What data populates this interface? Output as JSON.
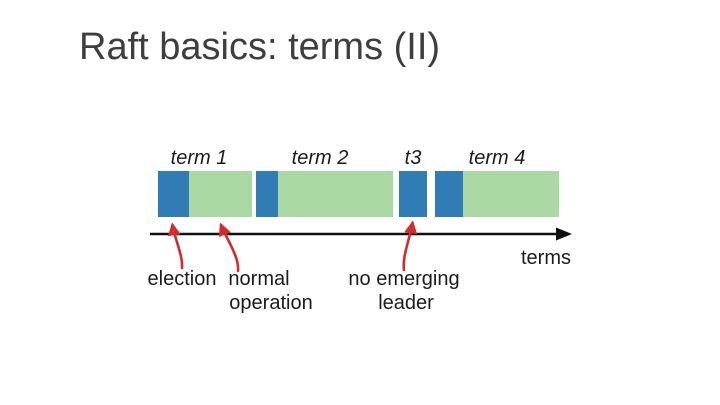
{
  "title": "Raft basics: terms (II)",
  "colors": {
    "leader_election_blue": "#2f7db4",
    "normal_operation_green": "#abd9a3",
    "annotation_arrow_red": "#d42c2c",
    "axis_black": "#111111",
    "figure_text": "#1c1c1c",
    "title_text": "#3e3e3e"
  },
  "diagram": {
    "term_labels": [
      {
        "label": "term 1"
      },
      {
        "label": "term 2"
      },
      {
        "label": "t3"
      },
      {
        "label": "term 4"
      }
    ],
    "timeline": {
      "terms": [
        {
          "name": "term 1",
          "phases": [
            "election",
            "normal operation"
          ]
        },
        {
          "name": "term 2",
          "phases": [
            "election",
            "normal operation"
          ]
        },
        {
          "name": "t3",
          "phases": [
            "election"
          ]
        },
        {
          "name": "term 4",
          "phases": [
            "election",
            "normal operation"
          ]
        }
      ]
    },
    "axis_label": "terms",
    "annotations": {
      "election": "election",
      "normal_operation_line1": "normal",
      "normal_operation_line2": "operation",
      "no_leader_line1": "no emerging",
      "no_leader_line2": "leader"
    }
  }
}
